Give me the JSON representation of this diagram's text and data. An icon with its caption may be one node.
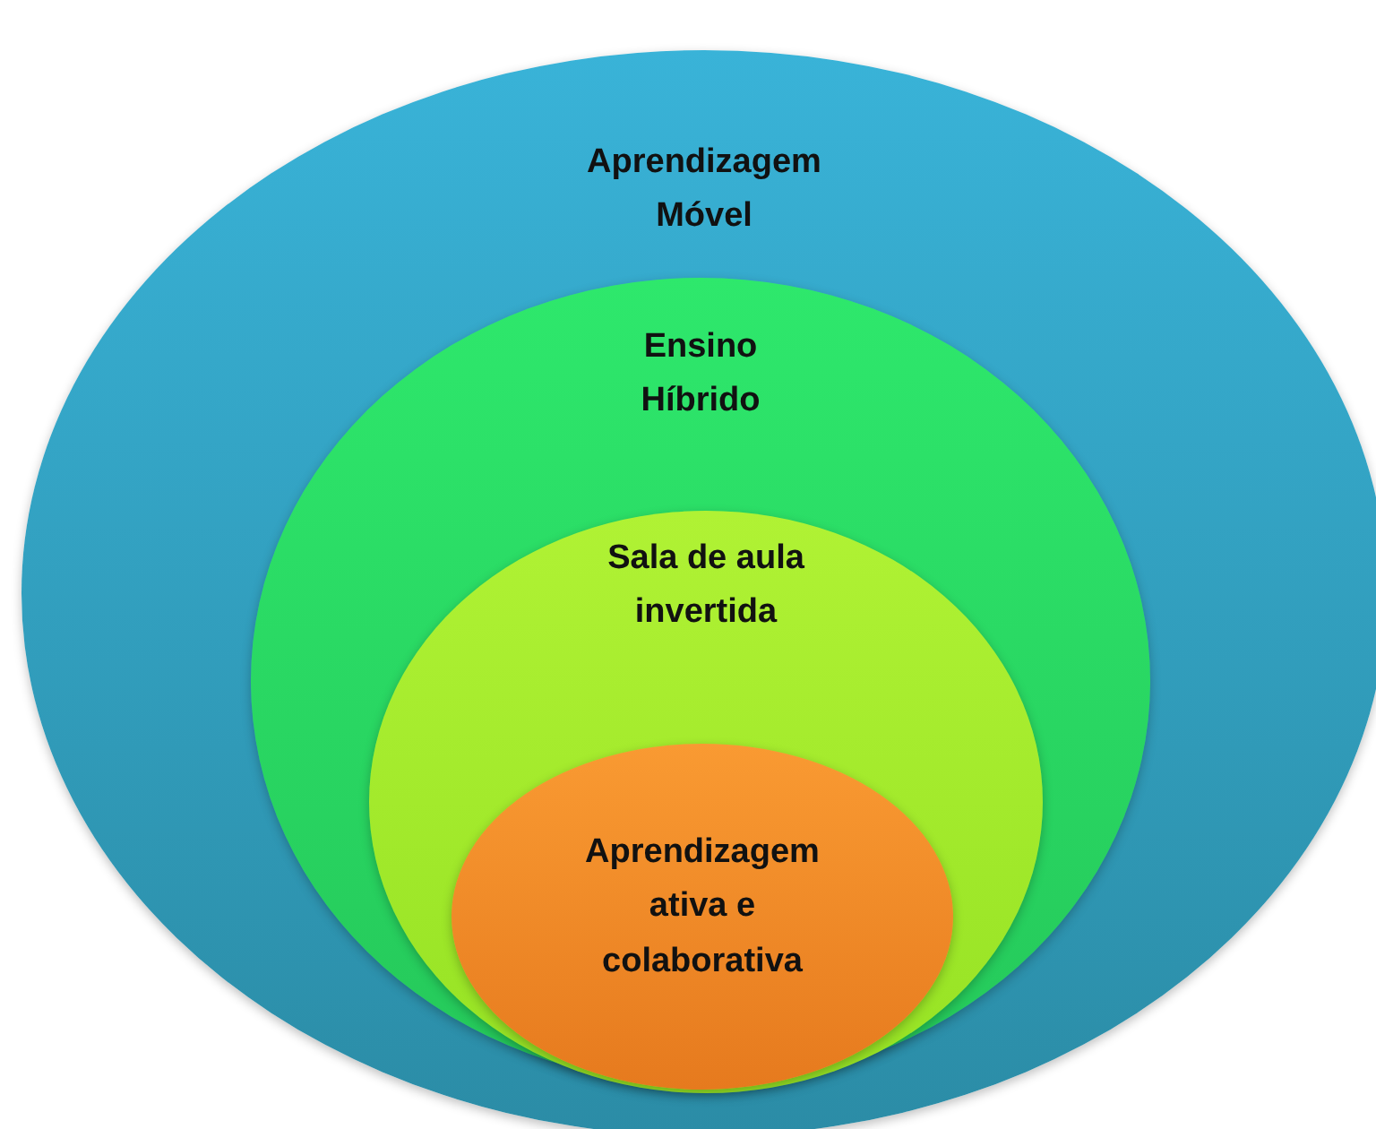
{
  "diagram": {
    "nodes": [
      {
        "text": [
          "Aprendizagem Móvel"
        ]
      },
      {
        "text": [
          "Ensino Híbrido"
        ],
        "in": 0
      },
      {
        "text": [
          "Sala de aula invertida"
        ],
        "in": 1
      },
      {
        "text": [
          "Aprendizagem ativa e colaborativa"
        ],
        "in": 2
      }
    ]
  }
}
